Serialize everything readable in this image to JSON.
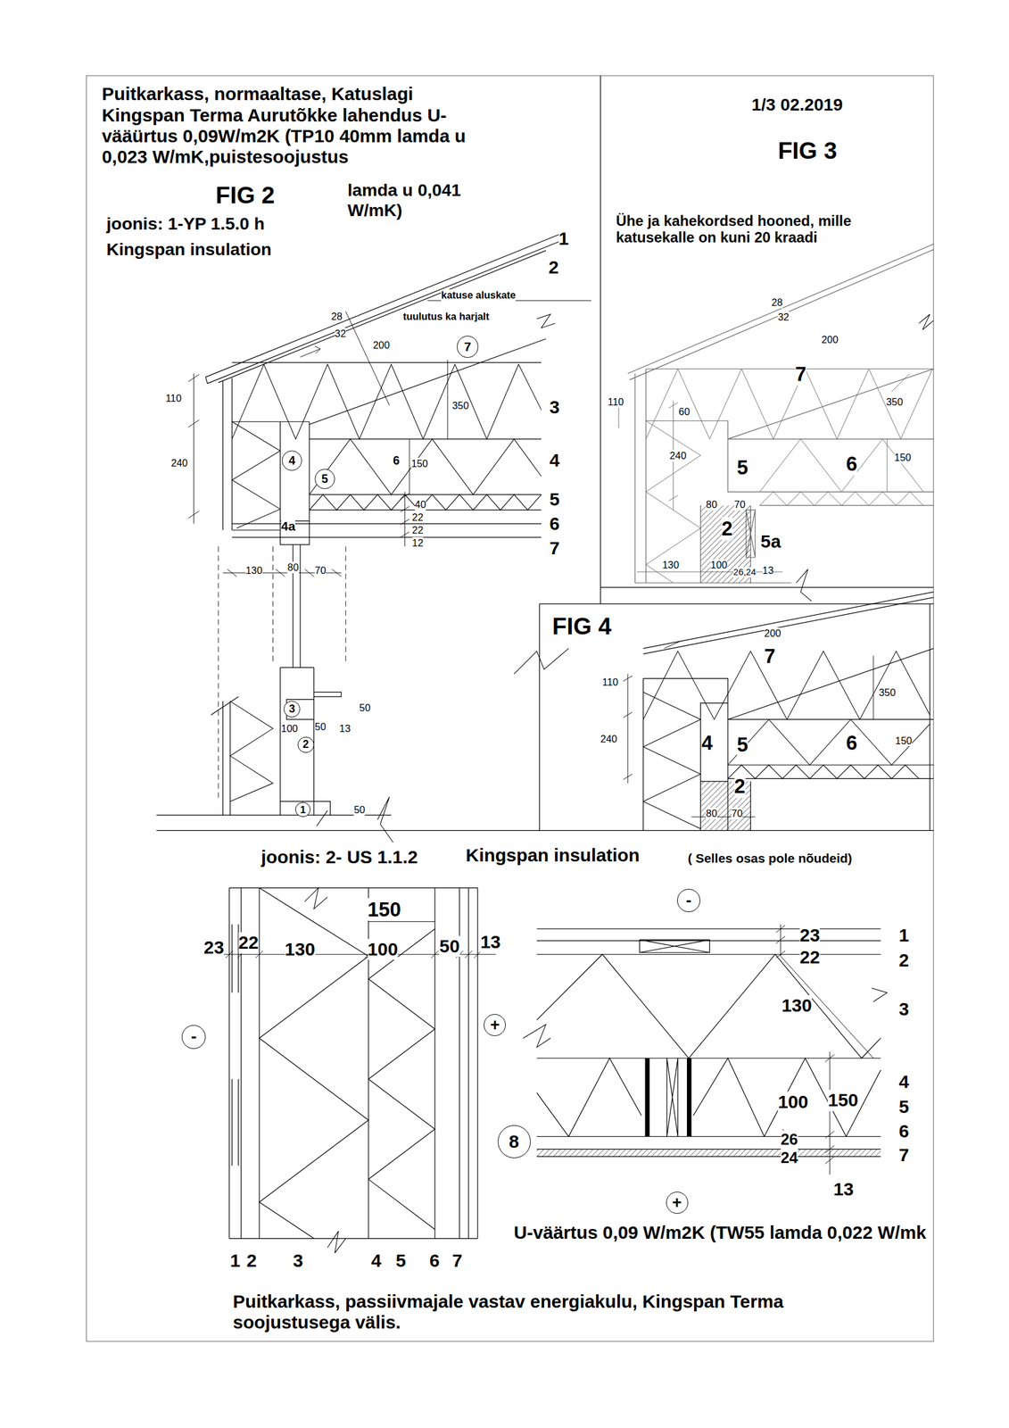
{
  "diagram": {
    "title": "Puitkarkass, normaaltase, Katuslagi Kingspan Terma Aurutõkke lahendus U-vääürtus 0,09W/m2K (TP10 40mm lamda u 0,023 W/mK,puistesoojustus",
    "caption": "Puitkarkass, passiivmajale vastav energiakulu, Kingspan Terma soojustusega välis.",
    "nodes": [
      {
        "text": [
          "7"
        ]
      },
      {
        "text": [
          "4"
        ]
      },
      {
        "text": [
          "5"
        ]
      },
      {
        "text": [
          "3"
        ]
      },
      {
        "text": [
          "2"
        ]
      },
      {
        "text": [
          "1"
        ]
      },
      {
        "text": [
          "-"
        ]
      },
      {
        "text": [
          "-"
        ]
      },
      {
        "text": [
          "+"
        ]
      },
      {
        "text": [
          "8"
        ]
      },
      {
        "text": [
          "+"
        ]
      }
    ],
    "labels": [
      "FIG 2",
      "lamda u 0,041 W/mK)",
      "joonis: 1-YP 1.5.0 h",
      "Kingspan insulation",
      "1/3 02.2019",
      "FIG 3",
      "Ühe ja kahekordsed hooned, mille katusekalle on kuni 20 kraadi",
      "1",
      "2",
      "katuse aluskate",
      "tuulutus ka harjalt",
      "28",
      "32",
      "200",
      "350",
      "3",
      "110",
      "240",
      "6",
      "150",
      "4",
      "5",
      "6",
      "7",
      "40",
      "22",
      "22",
      "12",
      "4a",
      "130",
      "80",
      "70",
      "50",
      "100",
      "50",
      "13",
      "50",
      "28",
      "32",
      "200",
      "7",
      "110",
      "60",
      "350",
      "240",
      "5",
      "6",
      "150",
      "80",
      "70",
      "2",
      "5a",
      "130",
      "100",
      "26,24",
      "13",
      "FIG 4",
      "200",
      "7",
      "110",
      "350",
      "240",
      "4",
      "5",
      "6",
      "150",
      "2",
      "80",
      "70",
      "joonis: 2- US 1.1.2",
      "Kingspan insulation",
      "( Selles osas pole nõudeid)",
      "150",
      "23",
      "22",
      "130",
      "100",
      "50",
      "13",
      "1",
      "2",
      "3",
      "4",
      "5",
      "6",
      "7",
      "23",
      "1",
      "22",
      "2",
      "130",
      "3",
      "4",
      "100",
      "150",
      "5",
      "26",
      "6",
      "24",
      "7",
      "13",
      "U-väärtus 0,09 W/m2K (TW55 lamda 0,022 W/mk"
    ]
  }
}
